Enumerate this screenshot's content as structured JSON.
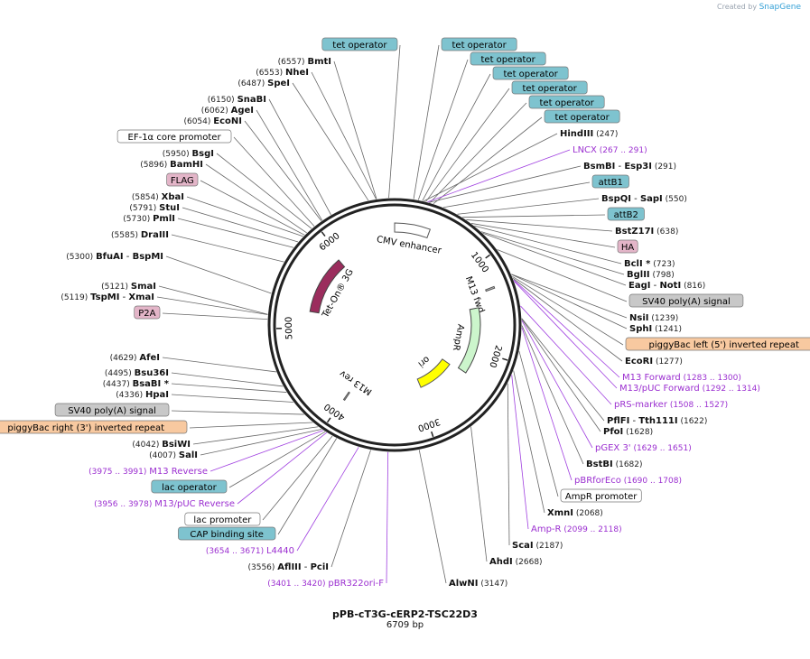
{
  "credit": {
    "prefix": "Created by",
    "brand": "SnapGene"
  },
  "plasmid": {
    "name": "pPB-cT3G-cERP2-TSC22D3",
    "size_label": "6709 bp",
    "length": 6709
  },
  "ring_ticks": [
    {
      "pos": 1000,
      "label": "1000"
    },
    {
      "pos": 2000,
      "label": "2000"
    },
    {
      "pos": 3000,
      "label": "3000"
    },
    {
      "pos": 4000,
      "label": "4000"
    },
    {
      "pos": 5000,
      "label": "5000"
    },
    {
      "pos": 6000,
      "label": "6000"
    }
  ],
  "features": [
    {
      "name": "CMV enhancer",
      "start": 6709,
      "end": 380,
      "color": "#ffffff",
      "stroke": "#555"
    },
    {
      "name": "M13 fwd",
      "start": 1283,
      "end": 1300,
      "color": "#bbbbbb",
      "stroke": "#555"
    },
    {
      "name": "AmpR",
      "start": 1460,
      "end": 2310,
      "color": "#ccf5cc",
      "stroke": "#444"
    },
    {
      "name": "ori",
      "start": 2340,
      "end": 2930,
      "color": "#ffff00",
      "stroke": "#555"
    },
    {
      "name": "M13 rev",
      "start": 3980,
      "end": 3995,
      "color": "#bbbbbb",
      "stroke": "#555"
    },
    {
      "name": "Tet-On® 3G",
      "start": 5200,
      "end": 5950,
      "color": "#9b2d5d",
      "stroke": "#444"
    }
  ],
  "left_labels": [
    {
      "text": "tet operator",
      "type": "box",
      "color": "#7ec3cf"
    },
    {
      "pos": "(6557)",
      "name": "BmtI"
    },
    {
      "pos": "(6553)",
      "name": "NheI"
    },
    {
      "pos": "(6487)",
      "name": "SpeI"
    },
    {
      "pos": "(6150)",
      "name": "SnaBI"
    },
    {
      "pos": "(6062)",
      "name": "AgeI"
    },
    {
      "pos": "(6054)",
      "name": "EcoNI"
    },
    {
      "text": "EF-1α core promoter",
      "type": "box",
      "color": "#ffffff"
    },
    {
      "pos": "(5950)",
      "name": "BsgI"
    },
    {
      "pos": "(5896)",
      "name": "BamHI"
    },
    {
      "text": "FLAG",
      "type": "box",
      "color": "#e3b5c8"
    },
    {
      "pos": "(5854)",
      "name": "XbaI"
    },
    {
      "pos": "(5791)",
      "name": "StuI"
    },
    {
      "pos": "(5730)",
      "name": "PmlI"
    },
    {
      "pos": "(5585)",
      "name": "DraIII"
    },
    {
      "pos": "(5300)",
      "name": "BfuAI",
      "alt": "BspMI"
    },
    {
      "pos": "(5121)",
      "name": "SmaI"
    },
    {
      "pos": "(5119)",
      "name": "TspMI",
      "alt": "XmaI"
    },
    {
      "text": "P2A",
      "type": "box",
      "color": "#e3b5c8"
    },
    {
      "pos": "(4629)",
      "name": "AfeI"
    },
    {
      "pos": "(4495)",
      "name": "Bsu36I"
    },
    {
      "pos": "(4437)",
      "name": "BsaBI *"
    },
    {
      "pos": "(4336)",
      "name": "HpaI"
    },
    {
      "text": "SV40 poly(A) signal",
      "type": "box",
      "color": "#c8c8c8"
    },
    {
      "text": "piggyBac right (3') inverted repeat",
      "type": "box",
      "color": "#f8c9a0"
    },
    {
      "pos": "(4042)",
      "name": "BsiWI"
    },
    {
      "pos": "(4007)",
      "name": "SalI"
    },
    {
      "pos": "(3975 .. 3991)",
      "name": "M13 Reverse",
      "type": "primer"
    },
    {
      "text": "lac operator",
      "type": "box",
      "color": "#7ec3cf"
    },
    {
      "pos": "(3956 .. 3978)",
      "name": "M13/pUC Reverse",
      "type": "primer"
    },
    {
      "text": "lac promoter",
      "type": "box",
      "color": "#ffffff"
    },
    {
      "text": "CAP binding site",
      "type": "box",
      "color": "#7ec3cf"
    },
    {
      "pos": "(3654 .. 3671)",
      "name": "L4440",
      "type": "primer"
    },
    {
      "pos": "(3556)",
      "name": "AflIII",
      "alt": "PciI"
    },
    {
      "pos": "(3401 .. 3420)",
      "name": "pBR322ori-F",
      "type": "primer"
    }
  ],
  "right_labels": [
    {
      "text": "tet operator",
      "type": "box",
      "color": "#7ec3cf"
    },
    {
      "text": "tet operator",
      "type": "box",
      "color": "#7ec3cf"
    },
    {
      "text": "tet operator",
      "type": "box",
      "color": "#7ec3cf"
    },
    {
      "text": "tet operator",
      "type": "box",
      "color": "#7ec3cf"
    },
    {
      "text": "tet operator",
      "type": "box",
      "color": "#7ec3cf"
    },
    {
      "text": "tet operator",
      "type": "box",
      "color": "#7ec3cf"
    },
    {
      "name": "HindIII",
      "pos": "(247)"
    },
    {
      "name": "LNCX",
      "pos": "(267 .. 291)",
      "type": "primer"
    },
    {
      "name": "BsmBI",
      "alt": "Esp3I",
      "pos": "(291)"
    },
    {
      "text": "attB1",
      "type": "box",
      "color": "#7ec3cf"
    },
    {
      "name": "BspQI",
      "alt": "SapI",
      "pos": "(550)"
    },
    {
      "text": "attB2",
      "type": "box",
      "color": "#7ec3cf"
    },
    {
      "name": "BstZ17I",
      "pos": "(638)"
    },
    {
      "text": "HA",
      "type": "box",
      "color": "#e3b5c8"
    },
    {
      "name": "BclI *",
      "pos": "(723)"
    },
    {
      "name": "BglII",
      "pos": "(798)"
    },
    {
      "name": "EagI",
      "alt": "NotI",
      "pos": "(816)"
    },
    {
      "text": "SV40 poly(A) signal",
      "type": "box",
      "color": "#c8c8c8"
    },
    {
      "name": "NsiI",
      "pos": "(1239)"
    },
    {
      "name": "SphI",
      "pos": "(1241)"
    },
    {
      "text": "piggyBac left (5') inverted repeat",
      "type": "box",
      "color": "#f8c9a0"
    },
    {
      "name": "EcoRI",
      "pos": "(1277)"
    },
    {
      "name": "M13 Forward",
      "pos": "(1283 .. 1300)",
      "type": "primer"
    },
    {
      "name": "M13/pUC Forward",
      "pos": "(1292 .. 1314)",
      "type": "primer"
    },
    {
      "name": "pRS-marker",
      "pos": "(1508 .. 1527)",
      "type": "primer"
    },
    {
      "name": "PflFI",
      "alt": "Tth111I",
      "pos": "(1622)"
    },
    {
      "name": "PfoI",
      "pos": "(1628)"
    },
    {
      "name": "pGEX 3'",
      "pos": "(1629 .. 1651)",
      "type": "primer"
    },
    {
      "name": "BstBI",
      "pos": "(1682)"
    },
    {
      "name": "pBRforEco",
      "pos": "(1690 .. 1708)",
      "type": "primer"
    },
    {
      "text": "AmpR promoter",
      "type": "box",
      "color": "#ffffff"
    },
    {
      "name": "XmnI",
      "pos": "(2068)"
    },
    {
      "name": "Amp-R",
      "pos": "(2099 .. 2118)",
      "type": "primer"
    },
    {
      "name": "ScaI",
      "pos": "(2187)"
    },
    {
      "name": "AhdI",
      "pos": "(2668)"
    },
    {
      "name": "AlwNI",
      "pos": "(3147)"
    }
  ]
}
